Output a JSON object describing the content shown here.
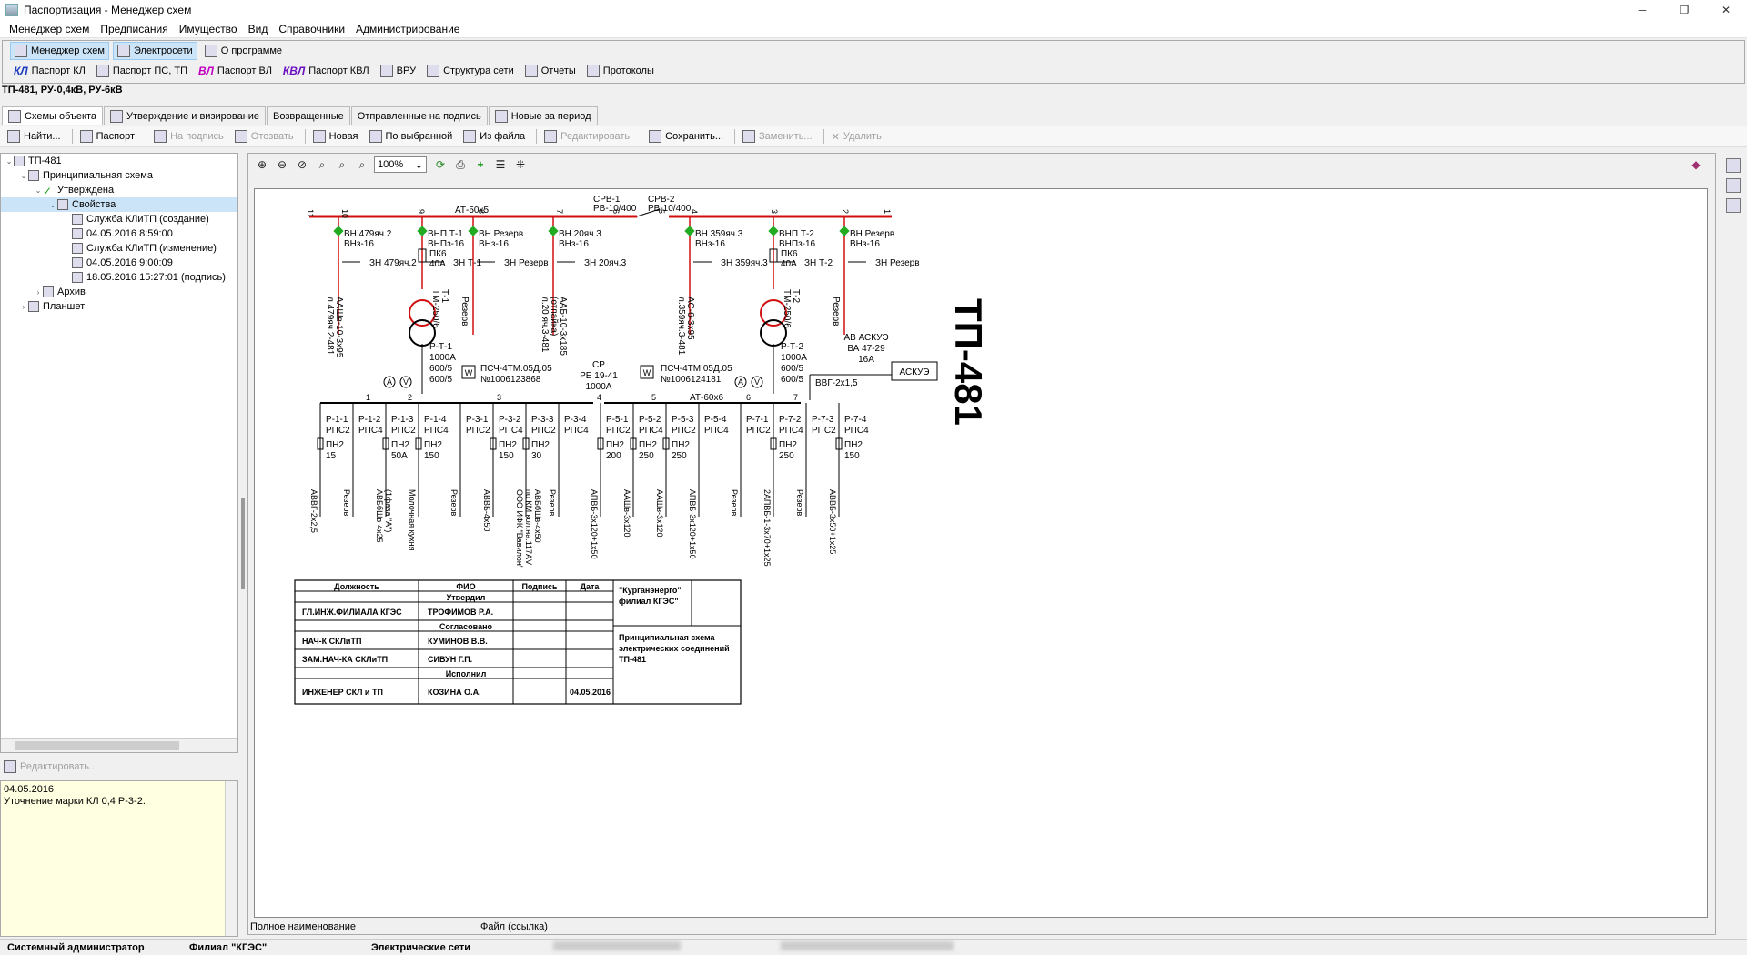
{
  "window": {
    "title": "Паспортизация - Менеджер схем",
    "minimize": "─",
    "maximize": "❐",
    "close": "✕"
  },
  "menu": [
    "Менеджер схем",
    "Предписания",
    "Имущество",
    "Вид",
    "Справочники",
    "Администрирование"
  ],
  "toolbar1": {
    "row1": [
      "Менеджер схем",
      "Электросети",
      "О программе"
    ],
    "row2": [
      {
        "icon": "КЛ",
        "label": "Паспорт КЛ"
      },
      {
        "icon": "",
        "label": "Паспорт ПС, ТП"
      },
      {
        "icon": "ВЛ",
        "label": "Паспорт ВЛ"
      },
      {
        "icon": "КВЛ",
        "label": "Паспорт КВЛ"
      },
      {
        "icon": "",
        "label": "ВРУ"
      },
      {
        "icon": "",
        "label": "Структура сети"
      },
      {
        "icon": "",
        "label": "Отчеты"
      },
      {
        "icon": "",
        "label": "Протоколы"
      }
    ]
  },
  "breadcrumb": "ТП-481, РУ-0,4кВ, РУ-6кВ",
  "tabs": [
    "Схемы объекта",
    "Утверждение и визирование",
    "Возвращенные",
    "Отправленные на подпись",
    "Новые за период"
  ],
  "toolbar2": [
    "Найти...",
    "Паспорт",
    "На подпись",
    "Отозвать",
    "Новая",
    "По выбранной",
    "Из файла",
    "Редактировать",
    "Сохранить...",
    "Заменить...",
    "Удалить"
  ],
  "tree": [
    {
      "level": 0,
      "tw": "⌄",
      "label": "ТП-481"
    },
    {
      "level": 1,
      "tw": "⌄",
      "label": "Принципиальная схема"
    },
    {
      "level": 2,
      "tw": "⌄",
      "label": "Утверждена"
    },
    {
      "level": 3,
      "tw": "⌄",
      "label": "Свойства"
    },
    {
      "level": 4,
      "tw": "",
      "label": "Служба КЛиТП (создание)"
    },
    {
      "level": 4,
      "tw": "",
      "label": "04.05.2016 8:59:00"
    },
    {
      "level": 4,
      "tw": "",
      "label": "Служба КЛиТП (изменение)"
    },
    {
      "level": 4,
      "tw": "",
      "label": "04.05.2016 9:00:09"
    },
    {
      "level": 4,
      "tw": "",
      "label": "18.05.2016 15:27:01 (подпись)"
    },
    {
      "level": 2,
      "tw": "›",
      "label": "Архив"
    },
    {
      "level": 1,
      "tw": "›",
      "label": "Планшет"
    }
  ],
  "edit_label": "Редактировать...",
  "notes": {
    "date": "04.05.2016",
    "text": "Уточнение марки КЛ 0,4 Р-3-2."
  },
  "viewer": {
    "zoom": "100%",
    "full_name_label": "Полное наименование",
    "file_label": "Файл (ссылка)"
  },
  "status": [
    "Системный администратор",
    "Филиал \"КГЭС\"",
    "Электрические сети"
  ],
  "diagram": {
    "title": "ТП-481",
    "bus6": {
      "label": "АТ-50х5",
      "rv1": [
        "СРВ-1",
        "РВ-10/400"
      ],
      "rv2": [
        "СРВ-2",
        "РВ-10/400"
      ],
      "numbers": [
        "11",
        "10",
        "9",
        "8",
        "7",
        "6",
        "5",
        "4",
        "3",
        "2",
        "1"
      ],
      "feeders": [
        {
          "name": "ВН 479яч.2",
          "sub": "ВНз-16",
          "zn": "ЗН 479яч.2",
          "cable": [
            "л.479яч.2-481",
            "ААШв-10-3х95"
          ]
        },
        {
          "name": "ВНП Т-1",
          "sub": "ВНПз-16",
          "zn": "ЗН Т-1",
          "fuse": [
            "ПК6",
            "40А"
          ],
          "tr": [
            "Т-1",
            "ТМ-250/6"
          ]
        },
        {
          "name": "ВН Резерв",
          "sub": "ВНз-16",
          "zn": "ЗН Резерв",
          "cable": [
            "Резерв"
          ]
        },
        {
          "name": "ВН 20яч.3",
          "sub": "ВНз-16",
          "zn": "ЗН 20яч.3",
          "cable": [
            "л.20 яч.3-481",
            "(отпайка)",
            "ААБ-10-3х185"
          ]
        },
        {
          "name": "ВН 359яч.3",
          "sub": "ВНз-16",
          "zn": "ЗН 359яч.3",
          "cable": [
            "л.359яч.3-481",
            "АС-6-3х95"
          ]
        },
        {
          "name": "ВНП Т-2",
          "sub": "ВНПз-16",
          "zn": "ЗН Т-2",
          "fuse": [
            "ПК6",
            "40А"
          ],
          "tr": [
            "Т-2",
            "ТМ-250/6"
          ]
        },
        {
          "name": "ВН Резерв",
          "sub": "ВНз-16",
          "zn": "ЗН Резерв",
          "cable": [
            "Резерв"
          ]
        }
      ]
    },
    "mid": {
      "rt1": [
        "Р-Т-1",
        "1000А",
        "600/5",
        "600/5"
      ],
      "rt2": [
        "Р-Т-2",
        "1000А",
        "600/5",
        "600/5"
      ],
      "meter1": [
        "ПСЧ-4ТМ.05Д.05",
        "№1006123868"
      ],
      "meter2": [
        "ПСЧ-4ТМ.05Д.05",
        "№1006124181"
      ],
      "sr": [
        "СР",
        "РЕ 19-41",
        "1000А"
      ],
      "av": [
        "АВ АСКУЭ",
        "ВА 47-29",
        "16А"
      ],
      "askue": "АСКУЭ",
      "vvg": "ВВГ-2х1,5",
      "bus04": "АТ-60х6",
      "a": "A",
      "v": "V",
      "w": "W",
      "sec_numbers": [
        "1",
        "2",
        "3",
        "4",
        "5",
        "6",
        "7"
      ]
    },
    "outgoing": [
      {
        "p": "Р-1-1",
        "r": "РПС2",
        "f": [
          "ПН2",
          "15"
        ],
        "c": [
          "АВВГ-2х2,5"
        ]
      },
      {
        "p": "Р-1-2",
        "r": "РПС4",
        "c": [
          "Резерв"
        ]
      },
      {
        "p": "Р-1-3",
        "r": "РПС2",
        "f": [
          "ПН2",
          "50А"
        ],
        "c": [
          "АВБбШв-4х25",
          "(1фаза \"А\")"
        ]
      },
      {
        "p": "Р-1-4",
        "r": "РПС4",
        "f": [
          "ПН2",
          "150"
        ],
        "c": [
          "Молочная кухня"
        ]
      },
      {
        "p": "Р-3-1",
        "r": "РПС2",
        "c": [
          "Резерв"
        ]
      },
      {
        "p": "Р-3-2",
        "r": "РПС4",
        "f": [
          "ПН2",
          "150"
        ],
        "c": [
          "АВВБ-4х50"
        ]
      },
      {
        "p": "Р-3-3",
        "r": "РПС2",
        "f": [
          "ПН2",
          "30"
        ],
        "c": [
          "ООО ИФК \"Вавилон\"",
          "по КМ кол.на.117АV",
          "АВБбШв-4х50"
        ]
      },
      {
        "p": "Р-3-4",
        "r": "РПС4",
        "c": [
          "Резерв"
        ]
      },
      {
        "p": "Р-5-1",
        "r": "РПС2",
        "f": [
          "ПН2",
          "200"
        ],
        "c": [
          "АПВБ-3х120+1х50"
        ]
      },
      {
        "p": "Р-5-2",
        "r": "РПС4",
        "f": [
          "ПН2",
          "250"
        ],
        "c": [
          "ААШв-3х120"
        ]
      },
      {
        "p": "Р-5-3",
        "r": "РПС2",
        "f": [
          "ПН2",
          "250"
        ],
        "c": [
          "ААШв-3х120"
        ]
      },
      {
        "p": "Р-5-4",
        "r": "РПС4",
        "c": [
          "АПВБ-3х120+1х50"
        ]
      },
      {
        "p": "Р-7-1",
        "r": "РПС2",
        "c": [
          "Резерв"
        ]
      },
      {
        "p": "Р-7-2",
        "r": "РПС4",
        "f": [
          "ПН2",
          "250"
        ],
        "c": [
          "2АПВБ-1-3х70+1х25"
        ]
      },
      {
        "p": "Р-7-3",
        "r": "РПС2",
        "c": [
          "Резерв"
        ]
      },
      {
        "p": "Р-7-4",
        "r": "РПС4",
        "f": [
          "ПН2",
          "150"
        ],
        "c": [
          "АВВБ-3х50+1х25"
        ]
      }
    ],
    "stamp": {
      "headers": [
        "Должность",
        "ФИО",
        "Подпись",
        "Дата"
      ],
      "approved": "Утвердил",
      "agreed": "Согласовано",
      "executed": "Исполнил",
      "rows": [
        [
          "ГЛ.ИНЖ.ФИЛИАЛА КГЭС",
          "ТРОФИМОВ Р.А.",
          "",
          ""
        ],
        [
          "НАЧ-К СКЛиТП",
          "КУМИНОВ В.В.",
          "",
          ""
        ],
        [
          "ЗАМ.НАЧ-КА СКЛиТП",
          "СИВУН Г.П.",
          "",
          ""
        ],
        [
          "ИНЖЕНЕР СКЛ и ТП",
          "КОЗИНА О.А.",
          "",
          "04.05.2016"
        ]
      ],
      "org": [
        "\"Курганэнерго\"",
        "филиал КГЭС\""
      ],
      "doc": [
        "Принципиальная схема",
        "электрических соединений",
        "ТП-481"
      ]
    }
  }
}
